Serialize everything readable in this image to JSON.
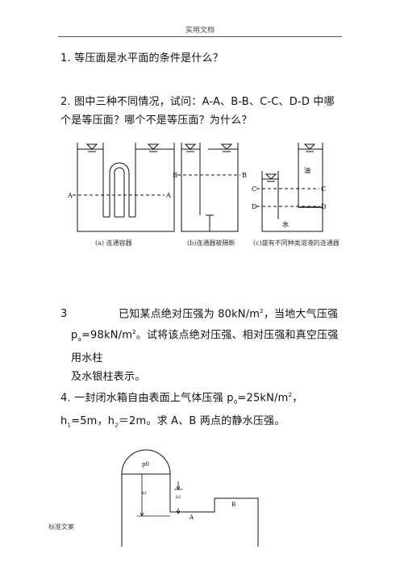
{
  "header": {
    "text": "实用文档"
  },
  "footer": {
    "text": "标准文案"
  },
  "q1": {
    "text": "1. 等压面是水平面的条件是什么？"
  },
  "q2": {
    "text": "2. 图中三种不同情况，试问：A-A、B-B、C-C、D-D 中哪个是等压面？哪个不是等压面？为什么？"
  },
  "figure1": {
    "labels": {
      "A": "A",
      "B": "B",
      "C": "C",
      "D": "D",
      "oil": "油",
      "water": "水"
    },
    "captions": [
      "(a) 连通容器",
      "(b)连通器被隔断",
      "(c)盛有不同种类溶液的连通器"
    ]
  },
  "q3": {
    "num": "3",
    "text_a": "已知某点绝对压强为 80kN/m",
    "sup": "2",
    "text_b": "，当地大气压强",
    "p": "p",
    "sub": "a",
    "text_c": "=98kN/m",
    "sup2": "2",
    "text_d": "。试将该点绝对压强、相对压强和真空压强用水柱",
    "text_e": "及水银柱表示。"
  },
  "q4": {
    "a": "4. 一封闭水箱自由表面上气体压强 p",
    "sub0": "0",
    "b": "=25kN/m",
    "sup": "2",
    "c": "，h",
    "sub1": "1",
    "d": "=5m，h",
    "sub2": "2",
    "e": "＝2m。求 A、B 两点的静水压强。"
  },
  "figure2": {
    "labels": {
      "p0": "p0",
      "h1": "h1",
      "h2": "h2",
      "A": "A",
      "B": "B"
    }
  }
}
